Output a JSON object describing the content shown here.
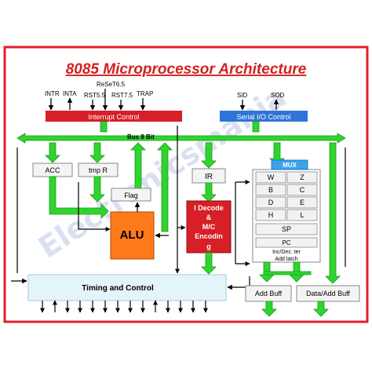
{
  "title": "8085 Microprocessor Architecture",
  "watermark": "Electronicsmania",
  "interrupt_inputs": {
    "intr": "INTR",
    "inta": "INTA",
    "reset65": "ReSeT6.5",
    "rst55": "RST5.5",
    "rst75": "RST7.5",
    "trap": "TRAP"
  },
  "serial_inputs": {
    "sid": "SID",
    "sod": "SOD"
  },
  "blocks": {
    "interrupt_control": "Interrupt Control",
    "serial_io_control": "Serial I/O Control",
    "bus": "Bus 8 Bit",
    "acc": "ACC",
    "tmp_r": "tmp R",
    "flag": "Flag",
    "alu": "ALU",
    "ir": "IR",
    "decoder_lines": [
      "I Decode",
      "&",
      "M/C",
      "Encodin",
      "g"
    ],
    "mux": "MUX",
    "timing_control": "Timing and Control",
    "add_buff": "Add Buff",
    "data_add_buff": "Data/Add Buff"
  },
  "registers": {
    "w": "W",
    "z": "Z",
    "b": "B",
    "c": "C",
    "d": "D",
    "e": "E",
    "h": "H",
    "l": "L",
    "sp": "SP",
    "pc": "PC",
    "incdec_line1": "Inc/Dec. ter",
    "incdec_line2": "Add latch"
  },
  "colors": {
    "green": "#2fd42f",
    "green_dark": "#1a9a1a",
    "frame": "#e0202a",
    "title": "#d32020",
    "interrupt_red": "#d61f26",
    "serial_blue": "#2f74d9",
    "alu_orange": "#ff7a1a",
    "decoder_red": "#d61f26",
    "mux_blue": "#3aa2ee",
    "timing_fill": "#e4f4fb"
  }
}
